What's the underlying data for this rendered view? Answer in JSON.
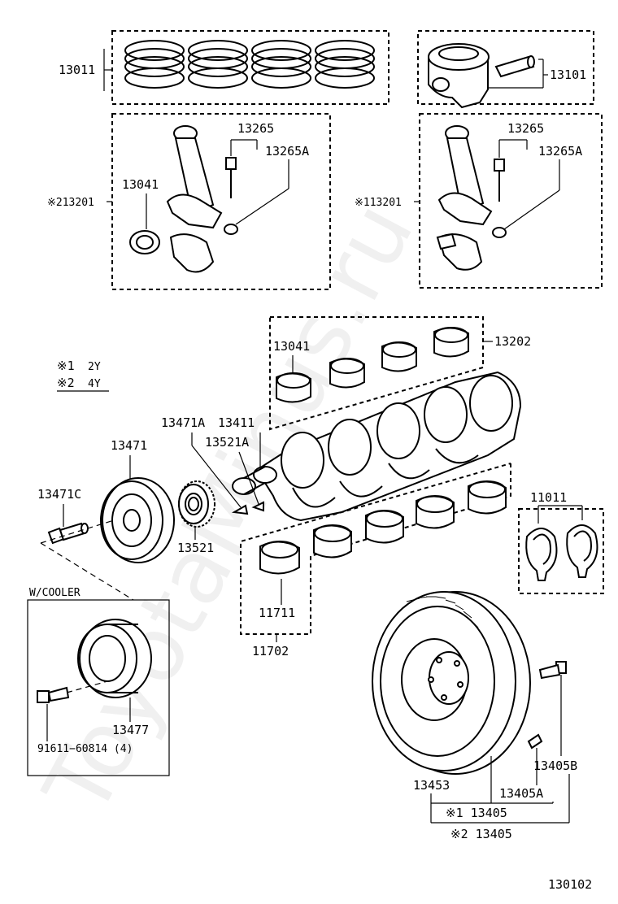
{
  "watermark": "ToyotaMinus.ru",
  "diagram_number": "130102",
  "legend": {
    "mark1": "※1",
    "mark1_engine": "2Y",
    "mark2": "※2",
    "mark2_engine": "4Y"
  },
  "boxes": {
    "with_cooler_title": "W/COOLER"
  },
  "labels": {
    "p13011": "13011",
    "p13101": "13101",
    "p13265_left": "13265",
    "p13265a_left": "13265A",
    "p13041_left": "13041",
    "p13201_left": "※213201",
    "p13265_right": "13265",
    "p13265a_right": "13265A",
    "p13201_right": "※113201",
    "p13041_bearing": "13041",
    "p13202": "13202",
    "p13471a": "13471A",
    "p13411": "13411",
    "p13521a": "13521A",
    "p13471": "13471",
    "p13471c": "13471C",
    "p13521": "13521",
    "p11011": "11011",
    "p11711": "11711",
    "p11702": "11702",
    "p13477": "13477",
    "p91611": "91611−60814 (4)",
    "p13405b": "13405B",
    "p13453": "13453",
    "p13405a": "13405A",
    "p13405_m1": "※1 13405",
    "p13405_m2": "※2 13405"
  }
}
